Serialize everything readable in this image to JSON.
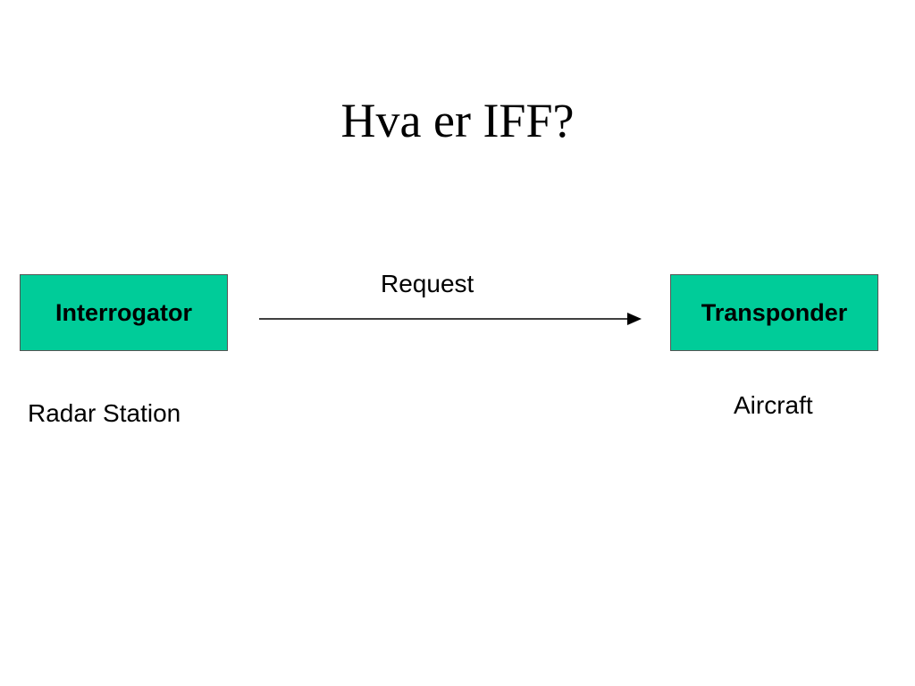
{
  "slide": {
    "title": "Hva er IFF?"
  },
  "diagram": {
    "nodes": {
      "interrogator": {
        "label": "Interrogator",
        "caption": "Radar Station"
      },
      "transponder": {
        "label": "Transponder",
        "caption": "Aircraft"
      }
    },
    "edge": {
      "label": "Request",
      "from": "Interrogator",
      "to": "Transponder"
    }
  },
  "colors": {
    "box_fill": "#00CC99",
    "text": "#000000",
    "line": "#000000"
  }
}
